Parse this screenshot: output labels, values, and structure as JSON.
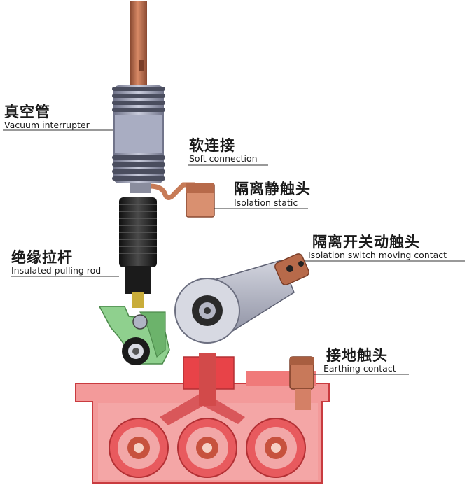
{
  "labels": {
    "vacuum_zh": "真空管",
    "vacuum_en": "Vacuum interrupter",
    "soft_zh": "软连接",
    "soft_en": "Soft connection",
    "iso_static_zh": "隔离静触头",
    "iso_static_en": "Isolation static",
    "rod_zh": "绝缘拉杆",
    "rod_en": "Insulated pulling rod",
    "iso_moving_zh": "隔离开关动触头",
    "iso_moving_en": "Isolation switch moving contact",
    "earth_zh": "接地触头",
    "earth_en": "Earthing contact"
  },
  "colors": {
    "copper": "#b86a4a",
    "copper_dark": "#8a4a32",
    "interrupter": "#9ea2b8",
    "bellows": "#262626",
    "green_bracket": "#7bc47a",
    "housing_red": "#e8464a",
    "housing_light": "#f3a0a0",
    "steel": "#b4b6c4"
  }
}
